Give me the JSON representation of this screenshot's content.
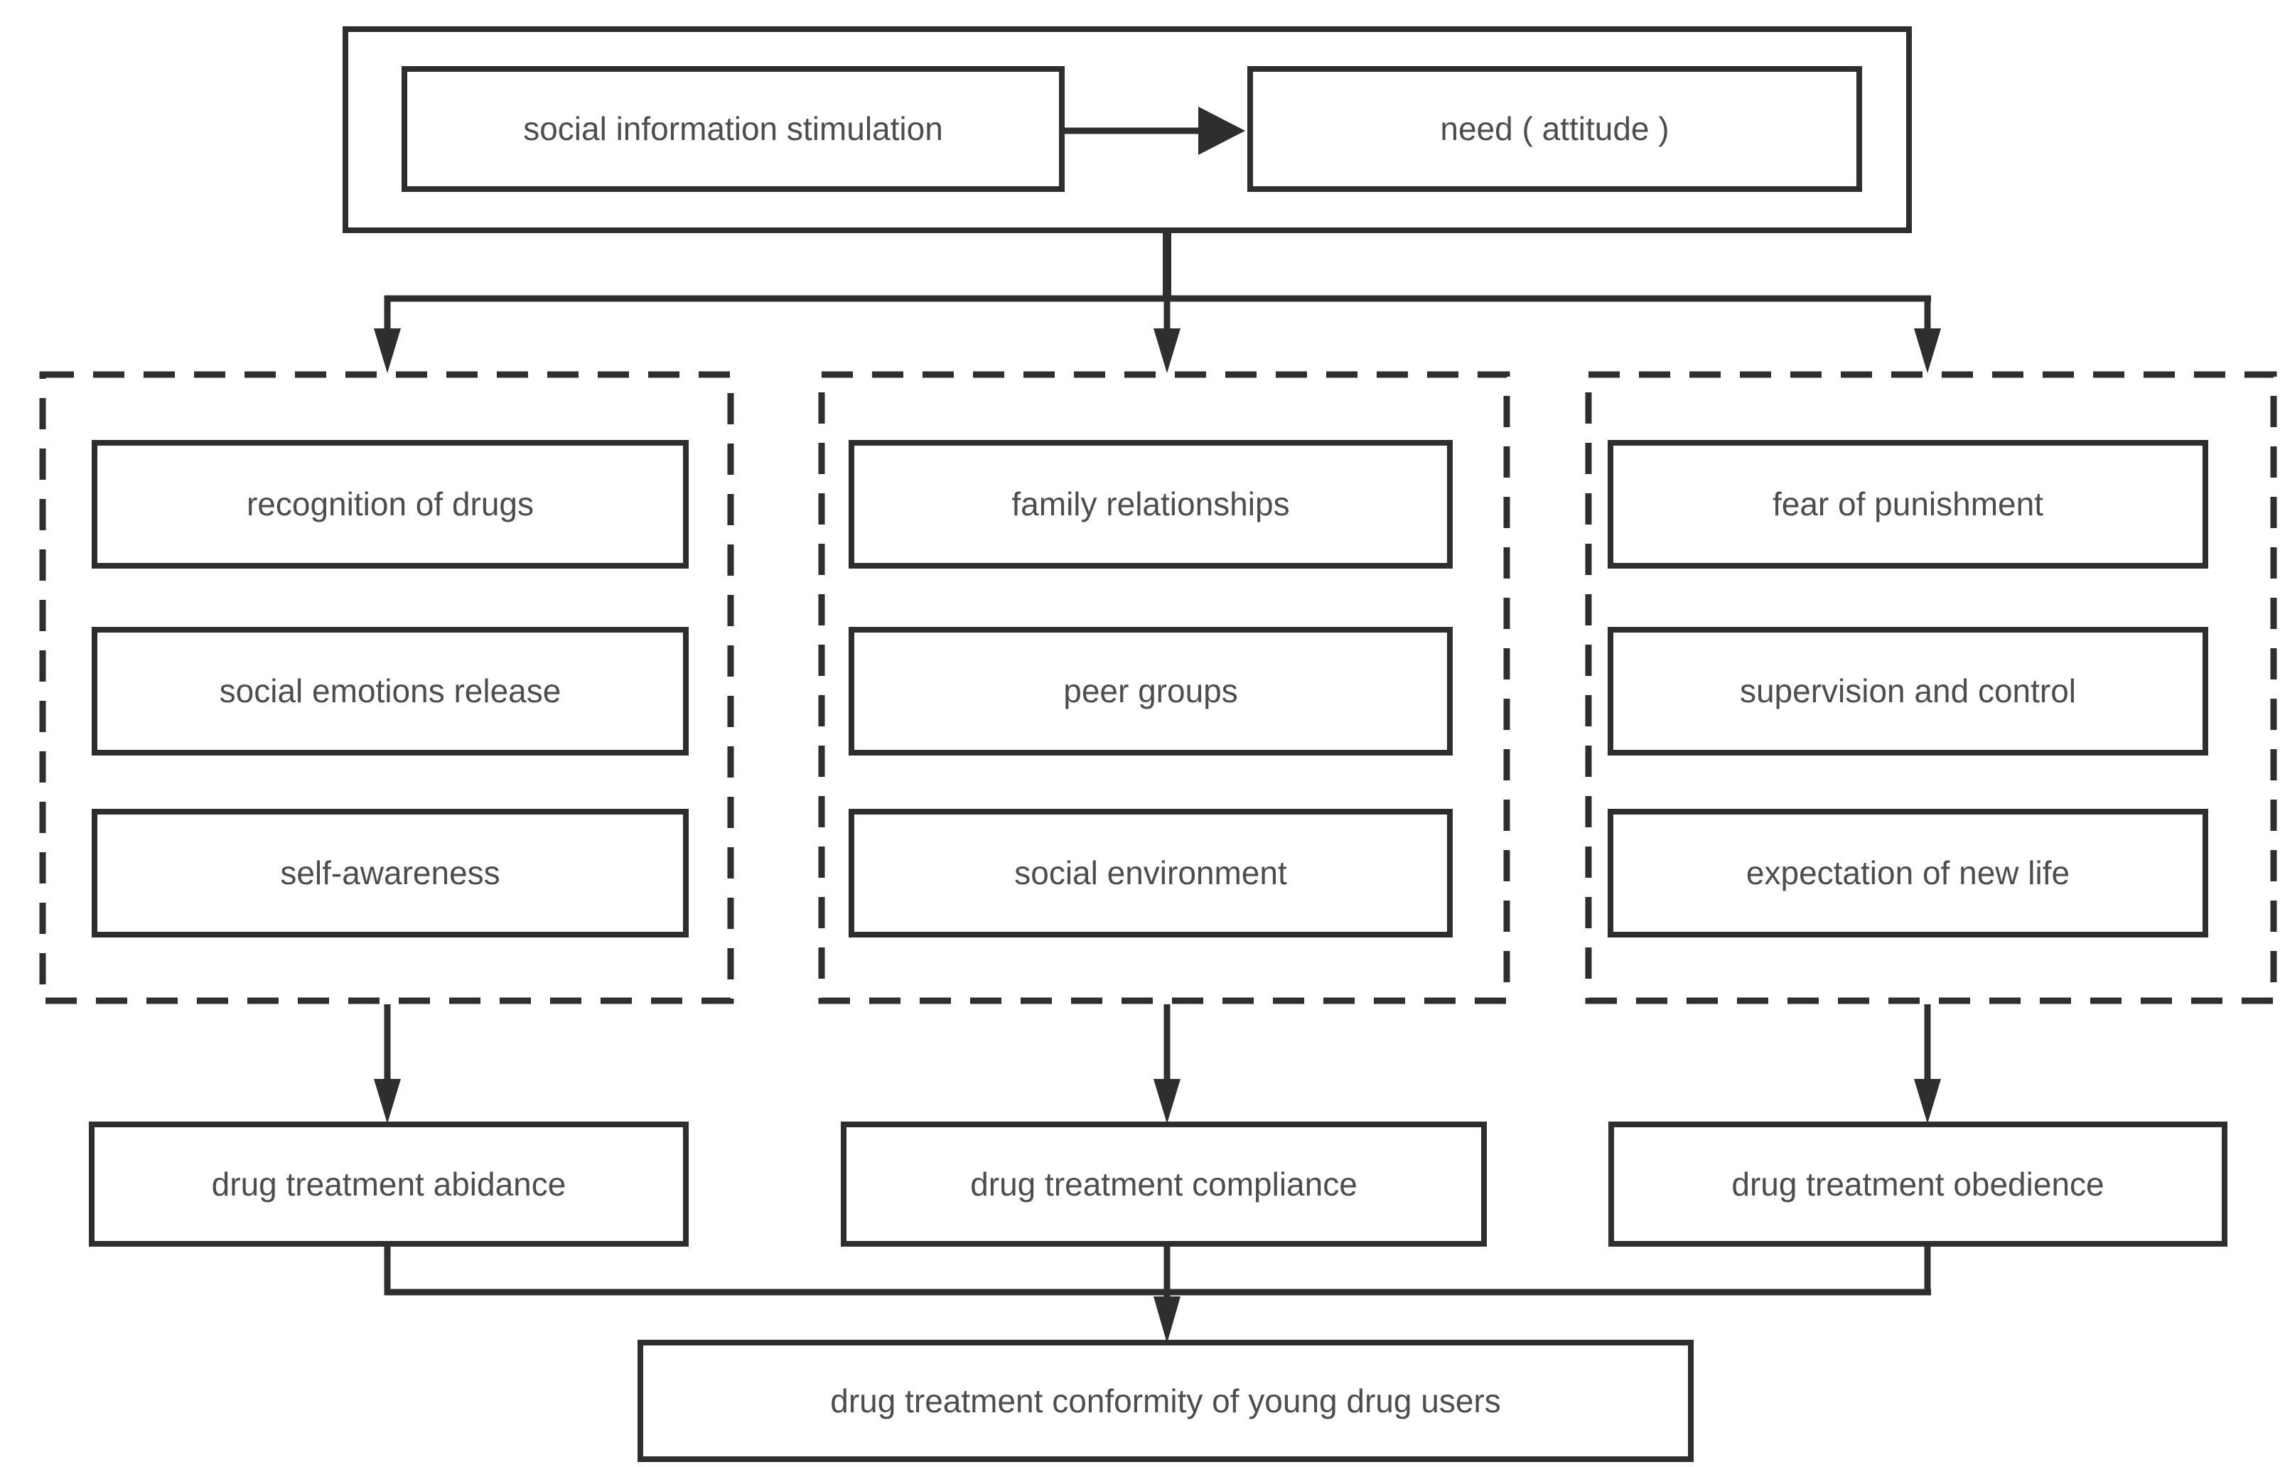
{
  "diagram": {
    "top_row": {
      "stimulation": "social information stimulation",
      "need": "need ( attitude )"
    },
    "groups": [
      {
        "items": [
          "recognition of drugs",
          "social emotions release",
          "self-awareness"
        ],
        "outcome": "drug treatment abidance"
      },
      {
        "items": [
          "family relationships",
          "peer groups",
          "social environment"
        ],
        "outcome": "drug treatment compliance"
      },
      {
        "items": [
          "fear of punishment",
          "supervision and control",
          "expectation of new life"
        ],
        "outcome": "drug treatment obedience"
      }
    ],
    "final_label": "drug treatment conformity of young drug users",
    "colors": {
      "line": "#2e2e2e",
      "text": "#4d4d4d",
      "background": "#ffffff"
    }
  }
}
